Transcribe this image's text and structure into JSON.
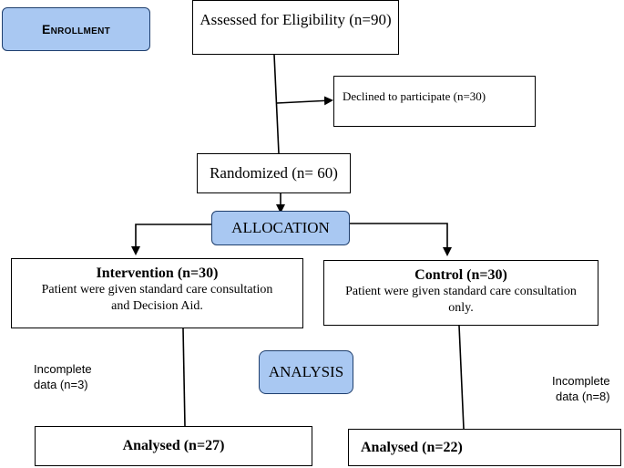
{
  "colors": {
    "stage_fill": "#a9c8f2",
    "stage_border": "#1f3f6e",
    "line": "#000000"
  },
  "stages": {
    "enrollment": "Enrollment",
    "allocation": "ALLOCATION",
    "analysis": "ANALYSIS"
  },
  "boxes": {
    "eligibility": "Assessed for Eligibility (n=90)",
    "declined": "Declined to participate (n=30)",
    "randomized": "Randomized (n= 60)",
    "intervention": {
      "title": "Intervention (n=30)",
      "desc_line1": "Patient were given standard care consultation",
      "desc_line2": "and Decision Aid."
    },
    "control": {
      "title": "Control (n=30)",
      "desc_line1": "Patient were given standard care consultation",
      "desc_line2": "only."
    },
    "analysed_intervention": "Analysed (n=27)",
    "analysed_control": "Analysed (n=22)"
  },
  "notes": {
    "intervention_incomplete_line1": "Incomplete",
    "intervention_incomplete_line2": "data (n=3)",
    "control_incomplete_line1": "Incomplete",
    "control_incomplete_line2": "data (n=8)"
  }
}
